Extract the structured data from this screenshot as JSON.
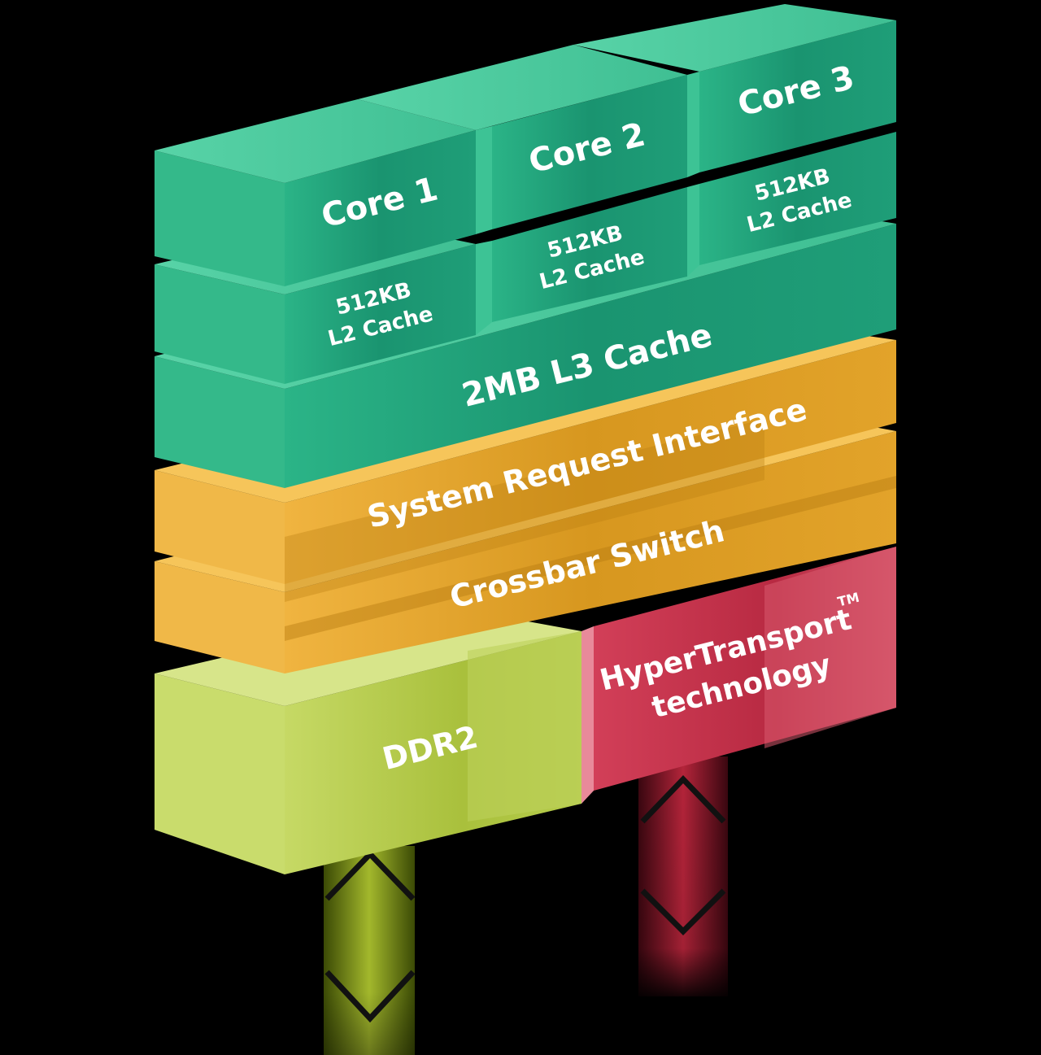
{
  "diagram": {
    "cores": [
      {
        "name": "Core 1",
        "cache_size": "512KB",
        "cache_label": "L2 Cache"
      },
      {
        "name": "Core 2",
        "cache_size": "512KB",
        "cache_label": "L2 Cache"
      },
      {
        "name": "Core 3",
        "cache_size": "512KB",
        "cache_label": "L2 Cache"
      }
    ],
    "l3_cache": "2MB L3 Cache",
    "system_request_interface": "System Request Interface",
    "crossbar_switch": "Crossbar Switch",
    "memory": "DDR2",
    "hypertransport": {
      "line1": "HyperTransport",
      "trademark": "TM",
      "line2": "technology"
    },
    "colors": {
      "background": "#000000",
      "green": "#1f9e78",
      "green_light": "#4fd0a4",
      "orange": "#e2a32a",
      "orange_light": "#f6c55a",
      "lime": "#b6cc4c",
      "lime_light": "#d4e27a",
      "red": "#c9344c",
      "red_light": "#e86a80"
    }
  }
}
